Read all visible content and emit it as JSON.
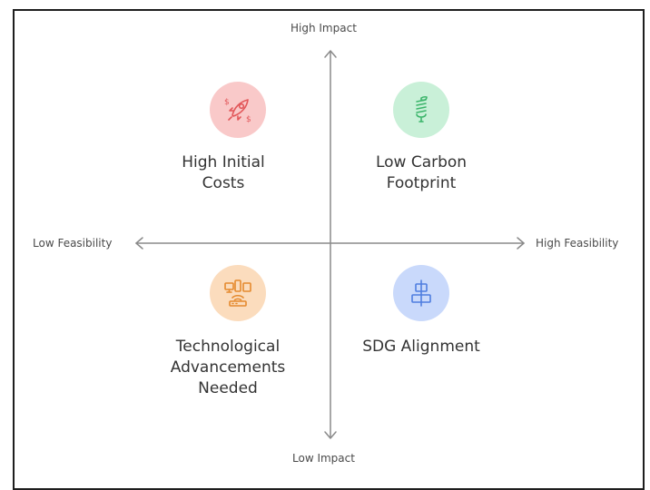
{
  "axes": {
    "top": "High Impact",
    "bottom": "Low Impact",
    "left": "Low Feasibility",
    "right": "High Feasibility"
  },
  "quadrants": {
    "top_left": {
      "label": "High Initial Costs",
      "icon": "rocket-money-icon",
      "color": "#f9c9c9",
      "stroke": "#e2575a"
    },
    "top_right": {
      "label": "Low Carbon Footprint",
      "icon": "eco-bulb-icon",
      "color": "#c9f0d8",
      "stroke": "#3cb56b"
    },
    "bottom_left": {
      "label": "Technological Advancements Needed",
      "icon": "devices-network-icon",
      "color": "#fbdcbd",
      "stroke": "#e58a2e"
    },
    "bottom_right": {
      "label": "SDG Alignment",
      "icon": "align-center-icon",
      "color": "#c9d9fb",
      "stroke": "#4f7ee0"
    }
  }
}
